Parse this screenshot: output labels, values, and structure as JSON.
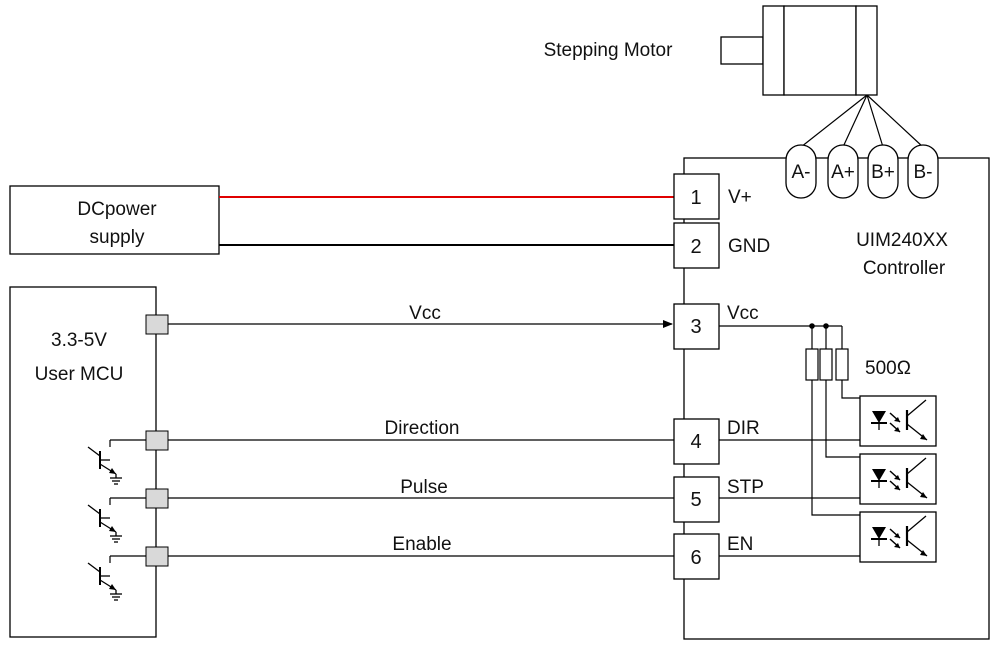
{
  "colors": {
    "line": "#000000",
    "power_positive": "#e00000",
    "terminal_fill": "#d9d9d9"
  },
  "motor": {
    "label": "Stepping Motor",
    "coils": [
      "A-",
      "A+",
      "B+",
      "B-"
    ]
  },
  "power_supply": {
    "line1": "DCpower",
    "line2": "supply"
  },
  "mcu": {
    "line1": "3.3-5V",
    "line2": "User MCU"
  },
  "controller": {
    "line1": "UIM240XX",
    "line2": "Controller",
    "resistor_label": "500Ω"
  },
  "pins": [
    {
      "number": "1",
      "name": "V+"
    },
    {
      "number": "2",
      "name": "GND"
    },
    {
      "number": "3",
      "name": "Vcc"
    },
    {
      "number": "4",
      "name": "DIR"
    },
    {
      "number": "5",
      "name": "STP"
    },
    {
      "number": "6",
      "name": "EN"
    }
  ],
  "signals": {
    "vcc": "Vcc",
    "direction": "Direction",
    "pulse": "Pulse",
    "enable": "Enable"
  }
}
